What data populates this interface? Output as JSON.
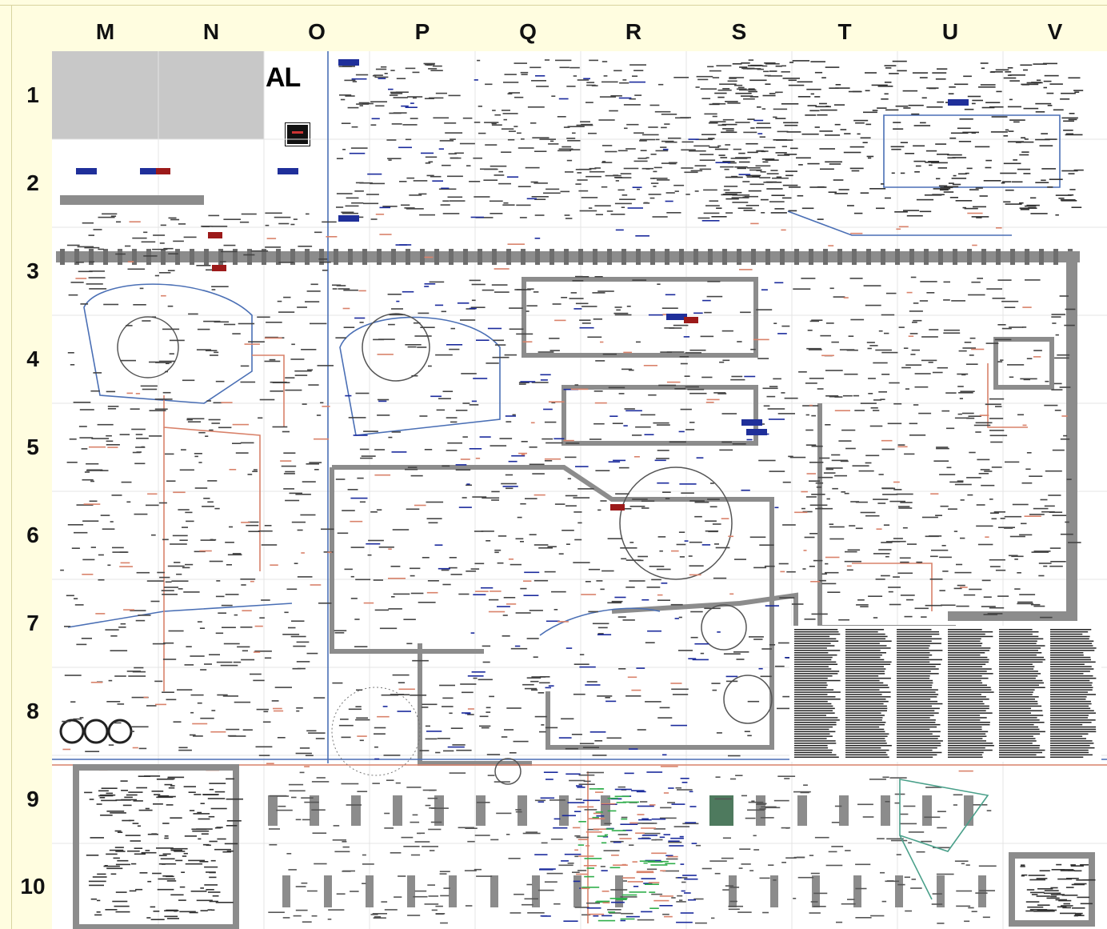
{
  "columns": [
    "M",
    "N",
    "O",
    "P",
    "Q",
    "R",
    "S",
    "T",
    "U",
    "V"
  ],
  "rows": [
    "1",
    "2",
    "3",
    "4",
    "5",
    "6",
    "7",
    "8",
    "9",
    "10"
  ],
  "title_fragment": "AL",
  "colors": {
    "background": "#fffde0",
    "grid": "#e4e4e4",
    "header_text": "#111111",
    "pathway_grey": "#8c8c8c",
    "blue_lines": "#4a6fb5",
    "red_lines": "#d9826a",
    "label_blue": "#1a2a9c",
    "label_red": "#a11a1a"
  }
}
